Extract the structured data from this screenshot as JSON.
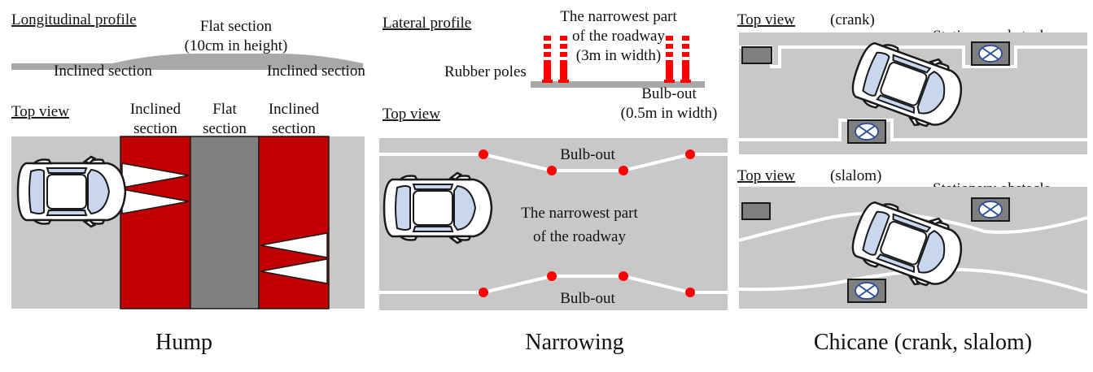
{
  "colors": {
    "road": "#c8c8c8",
    "hump_incline": "#c00000",
    "hump_flat": "#808080",
    "pole": "#ff0000",
    "obstacle": "#808080",
    "glass": "#c9d7ee"
  },
  "hump": {
    "longitudinal_profile": "Longitudinal profile",
    "flat_section": "Flat section",
    "flat_height": "(10cm in height)",
    "inclined_left": "Inclined section",
    "inclined_right": "Inclined section",
    "top_view": "Top view",
    "col_inclined_1a": "Inclined",
    "col_inclined_1b": "section",
    "col_flat_a": "Flat",
    "col_flat_b": "section",
    "col_inclined_2a": "Inclined",
    "col_inclined_2b": "section",
    "caption": "Hump"
  },
  "narrowing": {
    "lateral_profile": "Lateral profile",
    "narrowest_a": "The narrowest part",
    "narrowest_b": "of the roadway",
    "narrowest_c": "(3m in width)",
    "rubber_poles": "Rubber poles",
    "bulb_out_profile_a": "Bulb-out",
    "bulb_out_profile_b": "(0.5m in width)",
    "top_view": "Top view",
    "bulb_out_top": "Bulb-out",
    "bulb_out_bottom": "Bulb-out",
    "center_a": "The narrowest part",
    "center_b": "of the roadway",
    "caption": "Narrowing"
  },
  "chicane": {
    "top_view_1": "Top view",
    "crank": "(crank)",
    "stationary_1": "Stationary obstacle",
    "top_view_2": "Top view",
    "slalom": "(slalom)",
    "stationary_2": "Stationary obstacle",
    "caption": "Chicane (crank, slalom)"
  }
}
